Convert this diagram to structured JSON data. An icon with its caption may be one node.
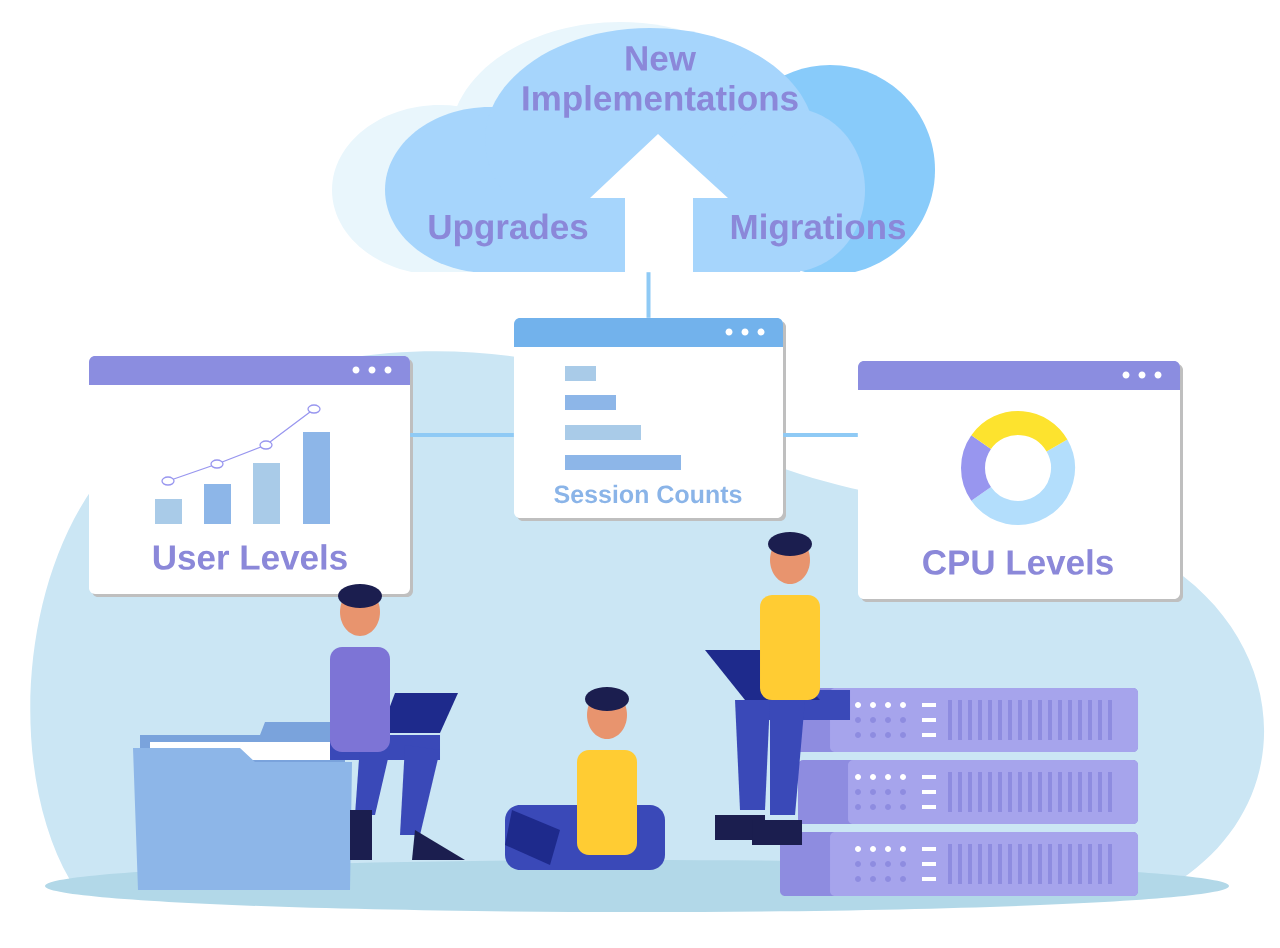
{
  "diagram": {
    "nodes": [
      {
        "text": [
          "New Implementations",
          "Upgrades",
          "Migrations"
        ]
      },
      {
        "text": [
          "Session Counts"
        ]
      },
      {
        "text": [
          "User Levels"
        ]
      },
      {
        "text": [
          "CPU Levels"
        ]
      }
    ],
    "edges": [
      {
        "from": 1,
        "to": 0,
        "arrow": "none"
      },
      {
        "from": 2,
        "to": 1,
        "arrow": "none"
      },
      {
        "from": 1,
        "to": 3,
        "arrow": "none"
      }
    ]
  }
}
